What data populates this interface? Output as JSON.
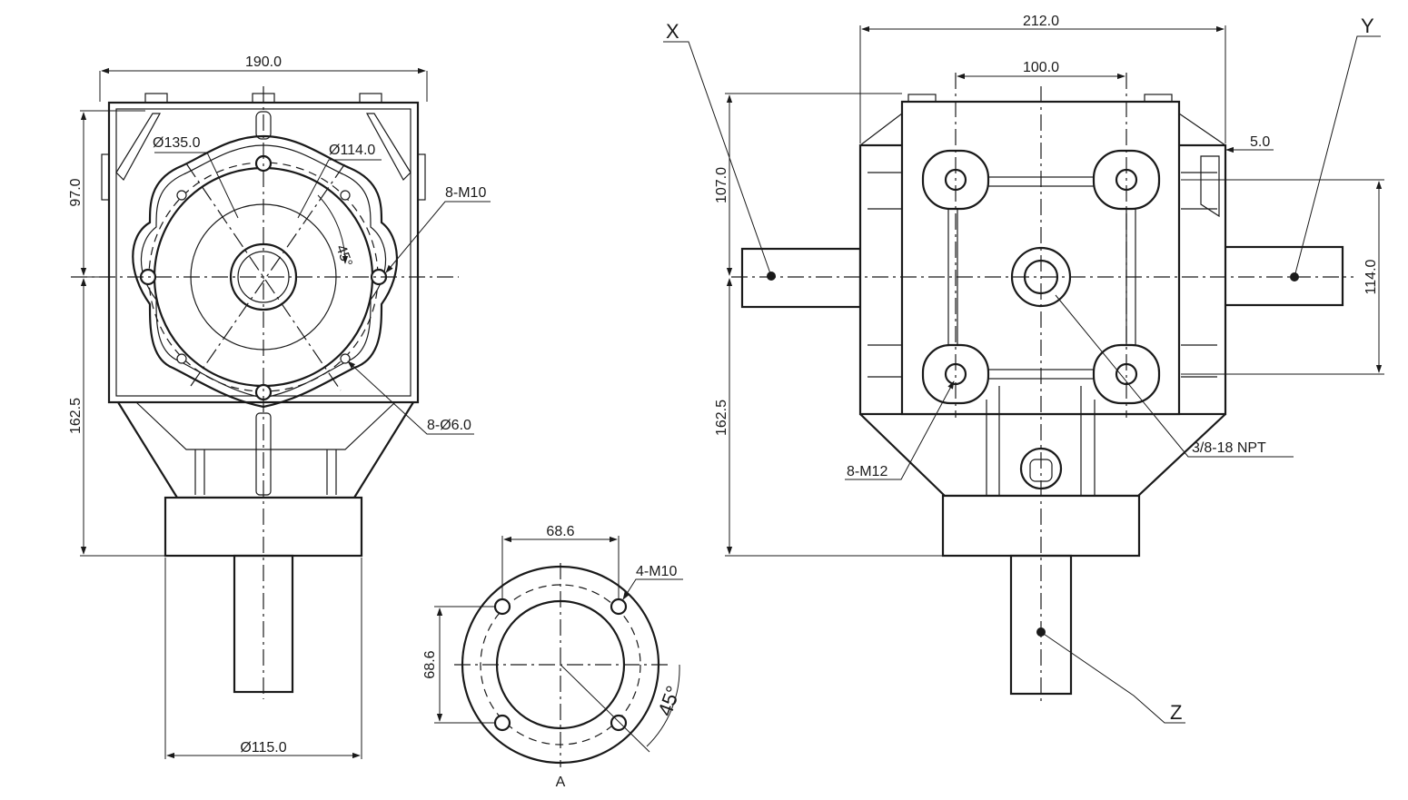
{
  "views": {
    "front": {
      "width": "190.0",
      "upper_height": "97.0",
      "lower_height": "162.5",
      "flange_dia": "Ø135.0",
      "bolt_circle_dia": "Ø114.0",
      "angle": "45°",
      "top_threads": "8-M10",
      "holes": "8-Ø6.0",
      "base_dia": "Ø115.0"
    },
    "detail_a": {
      "width": "68.6",
      "height": "68.6",
      "threads": "4-M10",
      "angle": "45°",
      "label": "A"
    },
    "side": {
      "width": "212.0",
      "bolt_spacing": "100.0",
      "offset": "5.0",
      "upper_height": "107.0",
      "lower_height": "162.5",
      "shaft_spacing": "114.0",
      "threads": "8-M12",
      "port": "3/8-18 NPT",
      "shaft_labels": [
        "X",
        "Y",
        "Z"
      ]
    }
  }
}
